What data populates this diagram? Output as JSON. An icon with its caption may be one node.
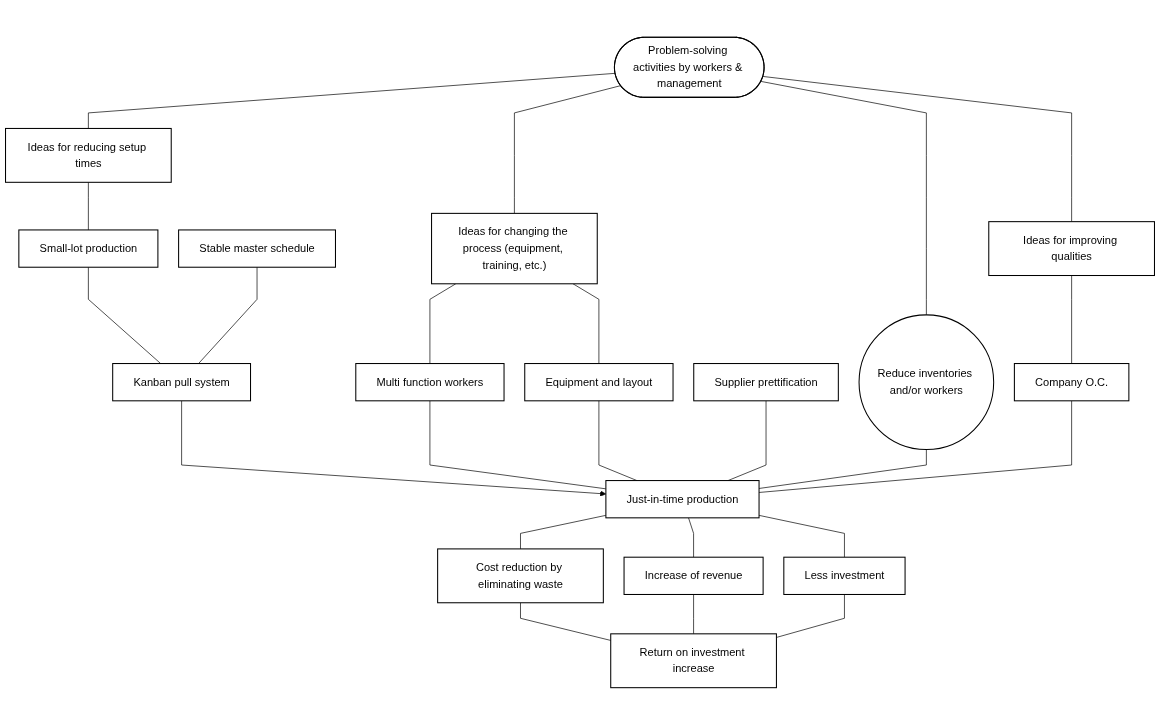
{
  "diagram": {
    "nodes": [
      {
        "text": [
          "Problem-solving activities by workers & management"
        ]
      },
      {
        "text": [
          "Ideas for improving qualities"
        ]
      },
      {
        "text": [
          "Ideas for reducing setup times"
        ]
      },
      {
        "text": [
          "Ideas for changing the process (equipment, training, etc.)"
        ]
      },
      {
        "text": [
          "Reduce inventories and/or workers"
        ]
      },
      {
        "text": [
          "Small-lot production"
        ]
      },
      {
        "text": [
          "Stable master schedule"
        ]
      },
      {
        "text": [
          "Multi function workers"
        ]
      },
      {
        "text": [
          "Equipment and layout"
        ]
      },
      {
        "text": [
          "Kanban pull system"
        ]
      },
      {
        "text": [
          "Supplier prettification"
        ]
      },
      {
        "text": [
          "Company O.C."
        ]
      },
      {
        "text": [
          "Just-in-time production"
        ]
      },
      {
        "text": [
          "Increase of revenue"
        ]
      },
      {
        "text": [
          "Cost reduction by eliminating waste"
        ]
      },
      {
        "text": [
          "Less investment"
        ]
      },
      {
        "text": [
          "Return on investment increase"
        ]
      }
    ],
    "edges": [
      {
        "from": 0,
        "to": 1,
        "arrow": "none"
      },
      {
        "from": 0,
        "to": 2,
        "arrow": "none"
      },
      {
        "from": 0,
        "to": 3,
        "arrow": "none"
      },
      {
        "from": 0,
        "to": 4,
        "arrow": "none"
      },
      {
        "from": 2,
        "to": 5,
        "arrow": "none"
      },
      {
        "from": 3,
        "to": 7,
        "arrow": "none"
      },
      {
        "from": 3,
        "to": 8,
        "arrow": "none"
      },
      {
        "from": 5,
        "to": 9,
        "arrow": "none"
      },
      {
        "from": 6,
        "to": 9,
        "arrow": "none"
      },
      {
        "from": 9,
        "to": 12,
        "arrow": "to"
      },
      {
        "from": 7,
        "to": 12,
        "arrow": "none"
      },
      {
        "from": 8,
        "to": 12,
        "arrow": "none"
      },
      {
        "from": 10,
        "to": 12,
        "arrow": "none"
      },
      {
        "from": 4,
        "to": 12,
        "arrow": "none"
      },
      {
        "from": 1,
        "to": 11,
        "arrow": "none"
      },
      {
        "from": 11,
        "to": 12,
        "arrow": "none"
      },
      {
        "from": 12,
        "to": 13,
        "arrow": "none"
      },
      {
        "from": 12,
        "to": 14,
        "arrow": "none"
      },
      {
        "from": 12,
        "to": 15,
        "arrow": "none"
      },
      {
        "from": 14,
        "to": 16,
        "arrow": "none"
      },
      {
        "from": 13,
        "to": 16,
        "arrow": "none"
      },
      {
        "from": 15,
        "to": 16,
        "arrow": "none"
      }
    ]
  }
}
